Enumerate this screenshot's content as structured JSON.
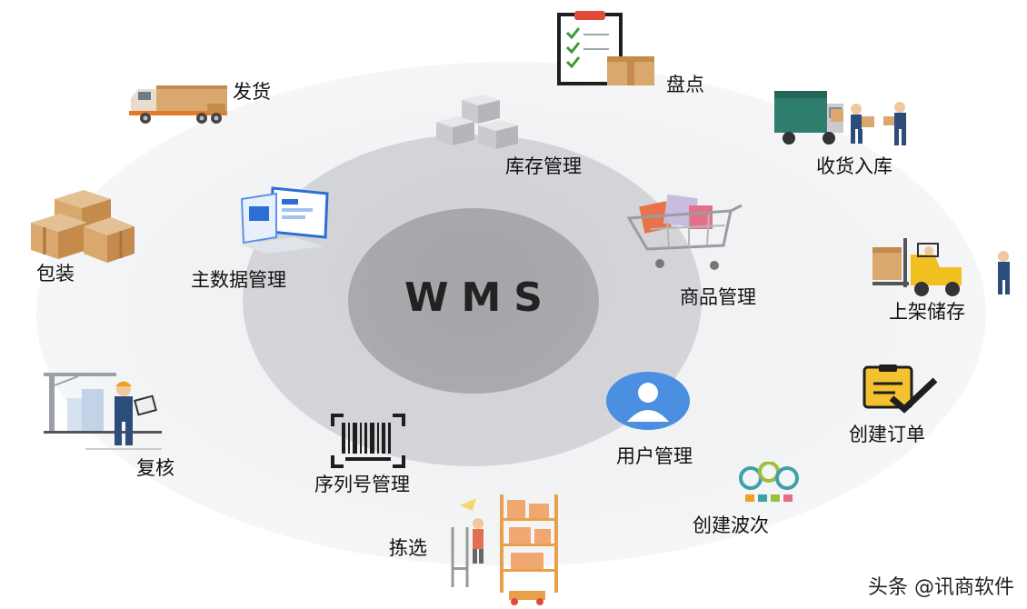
{
  "center": {
    "title": "WMS"
  },
  "inner_modules": {
    "inventory": "库存管理",
    "master_data": "主数据管理",
    "product": "商品管理",
    "user": "用户管理",
    "serial": "序列号管理"
  },
  "outer_steps": {
    "ship": "发货",
    "count": "盘点",
    "receive": "收货入库",
    "pack": "包装",
    "shelve": "上架储存",
    "order": "创建订单",
    "review": "复核",
    "wave": "创建波次",
    "pick": "拣选"
  },
  "watermark": "头条 @讯商软件",
  "icons": [
    "truck-icon",
    "clipboard-box-icon",
    "delivery-truck-workers-icon",
    "boxes-icon",
    "computer-screen-icon",
    "shopping-cart-icon",
    "stacked-parcels-icon",
    "forklift-icon",
    "user-avatar-icon",
    "order-check-icon",
    "barcode-scanner-icon",
    "inspector-icon",
    "wave-circles-icon",
    "picking-shelf-icon"
  ],
  "colors": {
    "outer_ring": "#f2f3f5",
    "middle_ring": "#d3d5d8",
    "inner_ring": "#a7a9ac",
    "text": "#111111"
  }
}
